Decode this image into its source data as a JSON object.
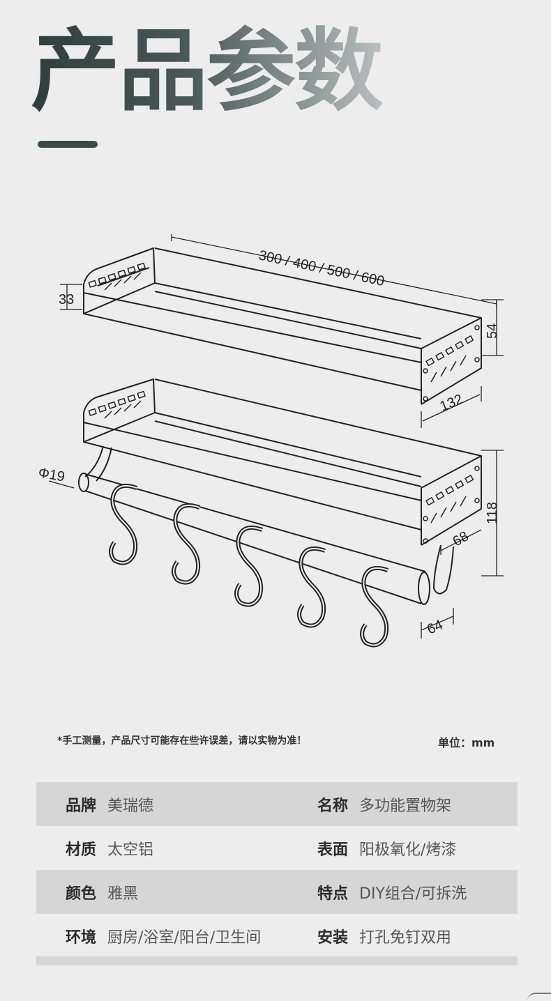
{
  "header": {
    "title": "产品参数"
  },
  "drawing": {
    "dim_length": "300 / 400 / 500 / 600",
    "dim_side_height": "33",
    "dim_end_height": "54",
    "dim_depth": "132",
    "dim_rail_diameter": "Φ19",
    "dim_total_height": "118",
    "dim_hook_drop": "68",
    "dim_rail_offset": "64"
  },
  "notes": {
    "measurement_note": "*手工测量，产品尺寸可能存在些许误差，请以实物为准！",
    "unit": "单位：mm"
  },
  "specs": [
    {
      "left_label": "品牌",
      "left_value": "美瑞德",
      "right_label": "名称",
      "right_value": "多功能置物架"
    },
    {
      "left_label": "材质",
      "left_value": "太空铝",
      "right_label": "表面",
      "right_value": "阳极氧化/烤漆"
    },
    {
      "left_label": "颜色",
      "left_value": "雅黑",
      "right_label": "特点",
      "right_value": "DIY组合/可拆洗"
    },
    {
      "left_label": "环境",
      "left_value": "厨房/浴室/阳台/卫生间",
      "right_label": "安装",
      "right_value": "打孔免钉双用"
    }
  ]
}
